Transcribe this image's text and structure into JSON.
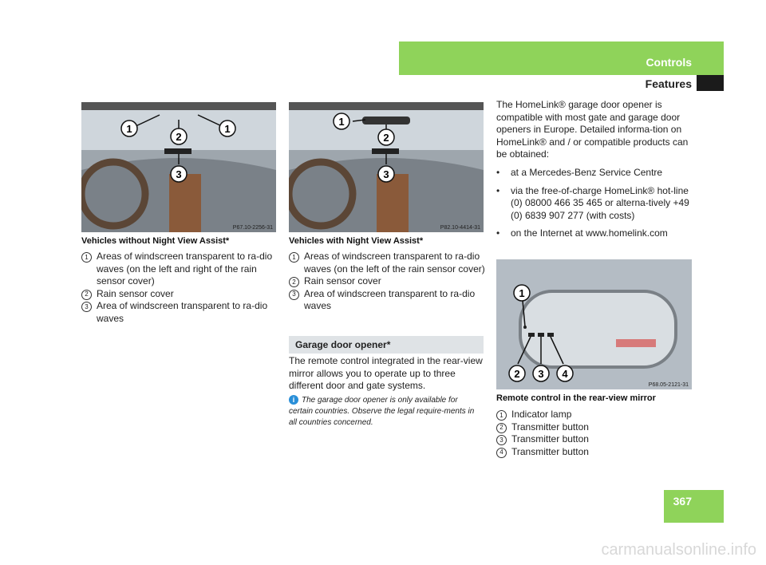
{
  "header": {
    "section": "Controls",
    "subsection": "Features"
  },
  "figure1": {
    "id": "P67.10-2256-31",
    "callouts": [
      "1",
      "2",
      "1",
      "3"
    ],
    "caption": "Vehicles without Night View Assist*",
    "items": [
      {
        "num": "1",
        "text": "Areas of windscreen transparent to ra-dio waves (on the left and right of the rain sensor cover)"
      },
      {
        "num": "2",
        "text": "Rain sensor cover"
      },
      {
        "num": "3",
        "text": "Area of windscreen transparent to ra-dio waves"
      }
    ]
  },
  "figure2": {
    "id": "P82.10-4414-31",
    "callouts": [
      "1",
      "2",
      "3"
    ],
    "caption": "Vehicles with Night View Assist*",
    "items": [
      {
        "num": "1",
        "text": "Areas of windscreen transparent to ra-dio waves (on the left of the rain sensor cover)"
      },
      {
        "num": "2",
        "text": "Rain sensor cover"
      },
      {
        "num": "3",
        "text": "Area of windscreen transparent to ra-dio waves"
      }
    ]
  },
  "garage": {
    "heading": "Garage door opener*",
    "body": "The remote control integrated in the rear-view mirror allows you to operate up to three different door and gate systems.",
    "note": "The garage door opener is only available for certain countries. Observe the legal require-ments in all countries concerned."
  },
  "homelink": {
    "intro": "The HomeLink® garage door opener is compatible with most gate and garage door openers in Europe. Detailed informa-tion on HomeLink® and / or compatible products can be obtained:",
    "bullets": [
      "at a Mercedes-Benz Service Centre",
      "via the free-of-charge HomeLink® hot-line (0) 08000 466 35 465 or alterna-tively +49 (0) 6839 907 277 (with costs)",
      "on the Internet at www.homelink.com"
    ]
  },
  "figure3": {
    "id": "P68.05-2121-31",
    "callouts": [
      "1",
      "2",
      "3",
      "4"
    ],
    "caption": "Remote control in the rear-view mirror",
    "items": [
      {
        "num": "1",
        "text": "Indicator lamp"
      },
      {
        "num": "2",
        "text": "Transmitter button"
      },
      {
        "num": "3",
        "text": "Transmitter button"
      },
      {
        "num": "4",
        "text": "Transmitter button"
      }
    ]
  },
  "page_number": "367",
  "watermark": "carmanualsonline.info",
  "colors": {
    "accent": "#8fd35a",
    "info": "#2a8fd8"
  }
}
